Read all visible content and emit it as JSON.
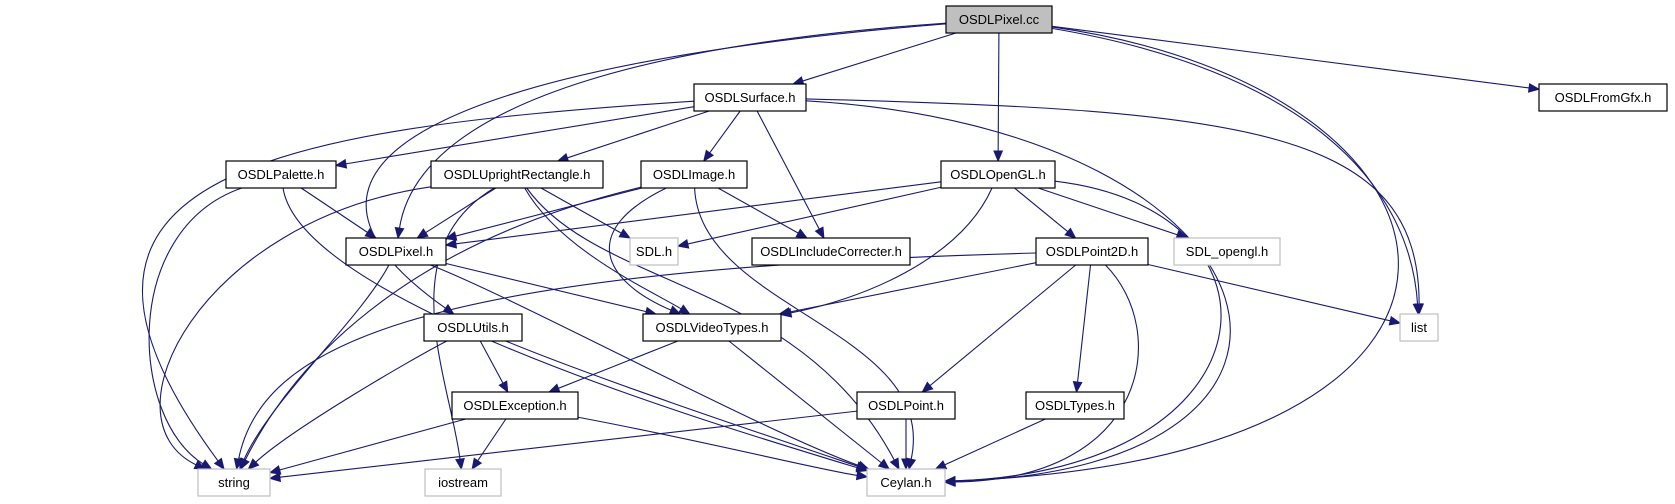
{
  "graph": {
    "colors": {
      "edge": "#191970",
      "root_fill": "#bfbfbf",
      "node_border": "#000000",
      "external_border": "#bfbfbf",
      "node_fill": "#ffffff"
    },
    "nodes": [
      {
        "id": "OSDLPixel_cc",
        "label": "OSDLPixel.cc",
        "style": "root"
      },
      {
        "id": "OSDLSurface_h",
        "label": "OSDLSurface.h",
        "style": "normal"
      },
      {
        "id": "OSDLFromGfx_h",
        "label": "OSDLFromGfx.h",
        "style": "normal"
      },
      {
        "id": "OSDLPalette_h",
        "label": "OSDLPalette.h",
        "style": "normal"
      },
      {
        "id": "OSDLUprightRectangle_h",
        "label": "OSDLUprightRectangle.h",
        "style": "normal"
      },
      {
        "id": "OSDLImage_h",
        "label": "OSDLImage.h",
        "style": "normal"
      },
      {
        "id": "OSDLOpenGL_h",
        "label": "OSDLOpenGL.h",
        "style": "normal"
      },
      {
        "id": "OSDLPixel_h",
        "label": "OSDLPixel.h",
        "style": "normal"
      },
      {
        "id": "SDL_h",
        "label": "SDL.h",
        "style": "external"
      },
      {
        "id": "OSDLIncludeCorrecter_h",
        "label": "OSDLIncludeCorrecter.h",
        "style": "normal"
      },
      {
        "id": "OSDLPoint2D_h",
        "label": "OSDLPoint2D.h",
        "style": "normal"
      },
      {
        "id": "SDL_opengl_h",
        "label": "SDL_opengl.h",
        "style": "external"
      },
      {
        "id": "OSDLUtils_h",
        "label": "OSDLUtils.h",
        "style": "normal"
      },
      {
        "id": "OSDLVideoTypes_h",
        "label": "OSDLVideoTypes.h",
        "style": "normal"
      },
      {
        "id": "list",
        "label": "list",
        "style": "external"
      },
      {
        "id": "OSDLException_h",
        "label": "OSDLException.h",
        "style": "normal"
      },
      {
        "id": "OSDLPoint_h",
        "label": "OSDLPoint.h",
        "style": "normal"
      },
      {
        "id": "OSDLTypes_h",
        "label": "OSDLTypes.h",
        "style": "normal"
      },
      {
        "id": "string",
        "label": "string",
        "style": "external"
      },
      {
        "id": "iostream",
        "label": "iostream",
        "style": "external"
      },
      {
        "id": "Ceylan_h",
        "label": "Ceylan.h",
        "style": "external"
      }
    ],
    "edges": [
      [
        "OSDLPixel_cc",
        "OSDLSurface_h"
      ],
      [
        "OSDLPixel_cc",
        "OSDLFromGfx_h"
      ],
      [
        "OSDLPixel_cc",
        "OSDLOpenGL_h"
      ],
      [
        "OSDLPixel_cc",
        "OSDLPixel_h"
      ],
      [
        "OSDLPixel_cc",
        "OSDLUtils_h"
      ],
      [
        "OSDLPixel_cc",
        "list"
      ],
      [
        "OSDLPixel_cc",
        "Ceylan_h"
      ],
      [
        "OSDLSurface_h",
        "OSDLPalette_h"
      ],
      [
        "OSDLSurface_h",
        "OSDLUprightRectangle_h"
      ],
      [
        "OSDLSurface_h",
        "OSDLImage_h"
      ],
      [
        "OSDLSurface_h",
        "OSDLIncludeCorrecter_h"
      ],
      [
        "OSDLSurface_h",
        "string"
      ],
      [
        "OSDLSurface_h",
        "list"
      ],
      [
        "OSDLSurface_h",
        "Ceylan_h"
      ],
      [
        "OSDLPalette_h",
        "OSDLPixel_h"
      ],
      [
        "OSDLPalette_h",
        "string"
      ],
      [
        "OSDLPalette_h",
        "Ceylan_h"
      ],
      [
        "OSDLUprightRectangle_h",
        "OSDLPixel_h"
      ],
      [
        "OSDLUprightRectangle_h",
        "SDL_h"
      ],
      [
        "OSDLUprightRectangle_h",
        "OSDLVideoTypes_h"
      ],
      [
        "OSDLUprightRectangle_h",
        "string"
      ],
      [
        "OSDLUprightRectangle_h",
        "iostream"
      ],
      [
        "OSDLUprightRectangle_h",
        "Ceylan_h"
      ],
      [
        "OSDLImage_h",
        "OSDLPixel_h"
      ],
      [
        "OSDLImage_h",
        "OSDLIncludeCorrecter_h"
      ],
      [
        "OSDLImage_h",
        "OSDLVideoTypes_h"
      ],
      [
        "OSDLImage_h",
        "Ceylan_h"
      ],
      [
        "OSDLImage_h",
        "string"
      ],
      [
        "OSDLOpenGL_h",
        "OSDLPixel_h"
      ],
      [
        "OSDLOpenGL_h",
        "SDL_h"
      ],
      [
        "OSDLOpenGL_h",
        "OSDLPoint2D_h"
      ],
      [
        "OSDLOpenGL_h",
        "SDL_opengl_h"
      ],
      [
        "OSDLOpenGL_h",
        "OSDLVideoTypes_h"
      ],
      [
        "OSDLOpenGL_h",
        "Ceylan_h"
      ],
      [
        "OSDLPixel_h",
        "OSDLVideoTypes_h"
      ],
      [
        "OSDLPixel_h",
        "string"
      ],
      [
        "OSDLPixel_h",
        "Ceylan_h"
      ],
      [
        "OSDLPoint2D_h",
        "OSDLVideoTypes_h"
      ],
      [
        "OSDLPoint2D_h",
        "OSDLPoint_h"
      ],
      [
        "OSDLPoint2D_h",
        "OSDLTypes_h"
      ],
      [
        "OSDLPoint2D_h",
        "list"
      ],
      [
        "OSDLPoint2D_h",
        "string"
      ],
      [
        "OSDLPoint2D_h",
        "Ceylan_h"
      ],
      [
        "OSDLUtils_h",
        "OSDLException_h"
      ],
      [
        "OSDLUtils_h",
        "string"
      ],
      [
        "OSDLUtils_h",
        "Ceylan_h"
      ],
      [
        "OSDLVideoTypes_h",
        "OSDLException_h"
      ],
      [
        "OSDLVideoTypes_h",
        "Ceylan_h"
      ],
      [
        "OSDLException_h",
        "string"
      ],
      [
        "OSDLException_h",
        "iostream"
      ],
      [
        "OSDLException_h",
        "Ceylan_h"
      ],
      [
        "OSDLPoint_h",
        "string"
      ],
      [
        "OSDLPoint_h",
        "Ceylan_h"
      ],
      [
        "OSDLTypes_h",
        "Ceylan_h"
      ]
    ]
  }
}
